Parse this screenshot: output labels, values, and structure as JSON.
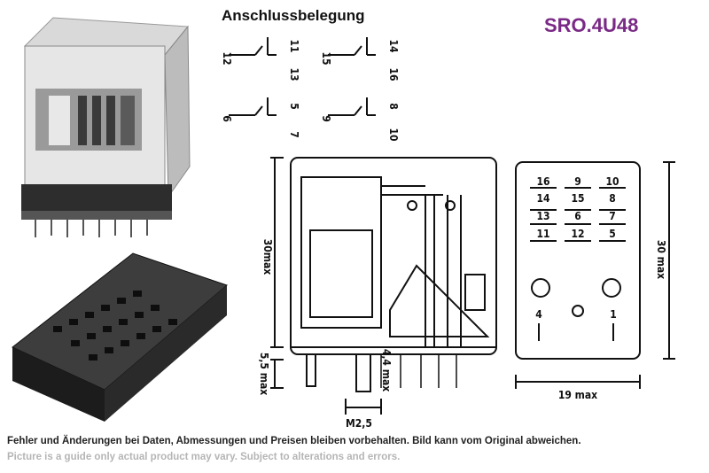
{
  "header": {
    "title": "Anschlussbelegung",
    "product_code": "SRO.4U48"
  },
  "pinout": {
    "contact_1": {
      "common": "12",
      "nc": "11",
      "no": "13"
    },
    "contact_2": {
      "common": "15",
      "nc": "14",
      "no": "16"
    },
    "contact_3": {
      "common": "6",
      "nc": "5",
      "no": "7"
    },
    "contact_4": {
      "common": "9",
      "nc": "8",
      "no": "10"
    }
  },
  "side_drawing": {
    "height_label": "30max",
    "pin_label": "5,5 max",
    "stud_label": "4,4 max",
    "thread_label": "M2,5"
  },
  "bottom_view": {
    "rows": [
      [
        "16",
        "9",
        "10"
      ],
      [
        "14",
        "15",
        "8"
      ],
      [
        "13",
        "6",
        "7"
      ],
      [
        "11",
        "12",
        "5"
      ]
    ],
    "coil_left": "4",
    "coil_right": "1",
    "width_label": "19 max",
    "height_label": "30 max"
  },
  "footer": {
    "notice_de": "Fehler und Änderungen bei Daten, Abmessungen und Preisen bleiben vorbehalten. Bild kann vom Original abweichen.",
    "notice_en": "Picture is a guide only actual product may vary. Subject to alterations and errors."
  }
}
